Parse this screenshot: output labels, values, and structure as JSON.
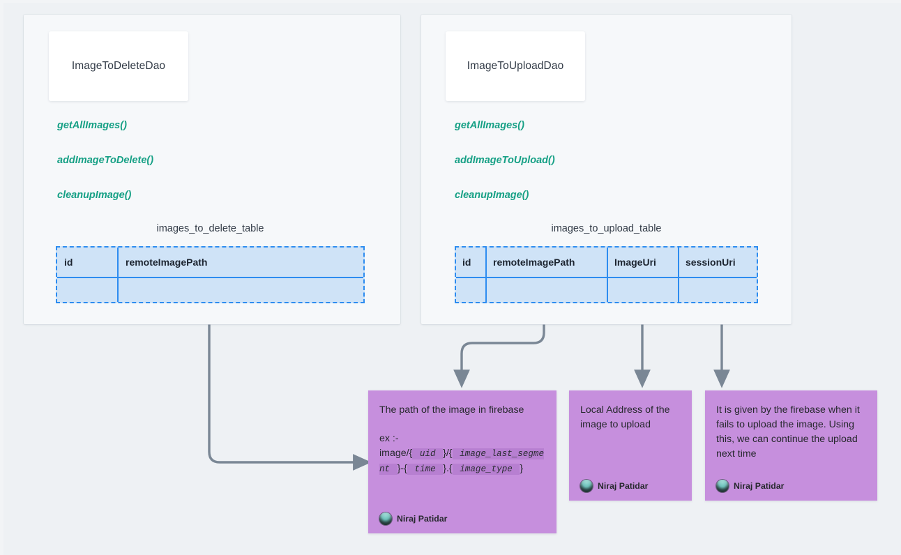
{
  "theme": {
    "page_background": "#eef1f4",
    "panel_background": "#f6f8fa",
    "card_background": "#ffffff",
    "method_color": "#16a085",
    "table_border_color": "#2d8cf0",
    "table_fill_color": "#cfe3f7",
    "note_color": "#c68fdd",
    "connector_color": "#7a8795",
    "text_color": "#313a46"
  },
  "panels": [
    {
      "id": "image-to-delete-dao",
      "title": "ImageToDeleteDao",
      "methods": [
        "getAllImages()",
        "addImageToDelete()",
        "cleanupImage()"
      ],
      "table": {
        "caption": "images_to_delete_table",
        "columns": [
          "id",
          "remoteImagePath"
        ],
        "rows": [
          [
            "",
            ""
          ]
        ]
      }
    },
    {
      "id": "image-to-upload-dao",
      "title": "ImageToUploadDao",
      "methods": [
        "getAllImages()",
        "addImageToUpload()",
        "cleanupImage()"
      ],
      "table": {
        "caption": "images_to_upload_table",
        "columns": [
          "id",
          "remoteImagePath",
          "ImageUri",
          "sessionUri"
        ],
        "rows": [
          [
            "",
            "",
            "",
            ""
          ]
        ]
      }
    }
  ],
  "notes": [
    {
      "id": "note-remote-image-path",
      "heading": "The path of the image in firebase",
      "example_label": "ex :-",
      "example_parts": [
        {
          "type": "plain",
          "text": "image/{"
        },
        {
          "type": "code",
          "text": "uid"
        },
        {
          "type": "plain",
          "text": "}/{"
        },
        {
          "type": "code",
          "text": "image_last_segment"
        },
        {
          "type": "plain",
          "text": "}-{"
        },
        {
          "type": "code",
          "text": "time"
        },
        {
          "type": "plain",
          "text": "}.{"
        },
        {
          "type": "code",
          "text": "image_type"
        },
        {
          "type": "plain",
          "text": "}"
        }
      ],
      "author": "Niraj Patidar"
    },
    {
      "id": "note-image-uri",
      "heading": "Local Address of the image to upload",
      "author": "Niraj Patidar"
    },
    {
      "id": "note-session-uri",
      "heading": "It is given by the firebase when it fails to upload the image. Using this, we can continue the upload next time",
      "author": "Niraj Patidar"
    }
  ],
  "connectors": [
    {
      "id": "delete-remote-image-path-to-note",
      "from": "images_to_delete_table.remoteImagePath",
      "to": "note-remote-image-path"
    },
    {
      "id": "upload-remote-image-path-to-note",
      "from": "images_to_upload_table.remoteImagePath",
      "to": "note-remote-image-path"
    },
    {
      "id": "upload-image-uri-to-note",
      "from": "images_to_upload_table.ImageUri",
      "to": "note-image-uri"
    },
    {
      "id": "upload-session-uri-to-note",
      "from": "images_to_upload_table.sessionUri",
      "to": "note-session-uri"
    }
  ]
}
